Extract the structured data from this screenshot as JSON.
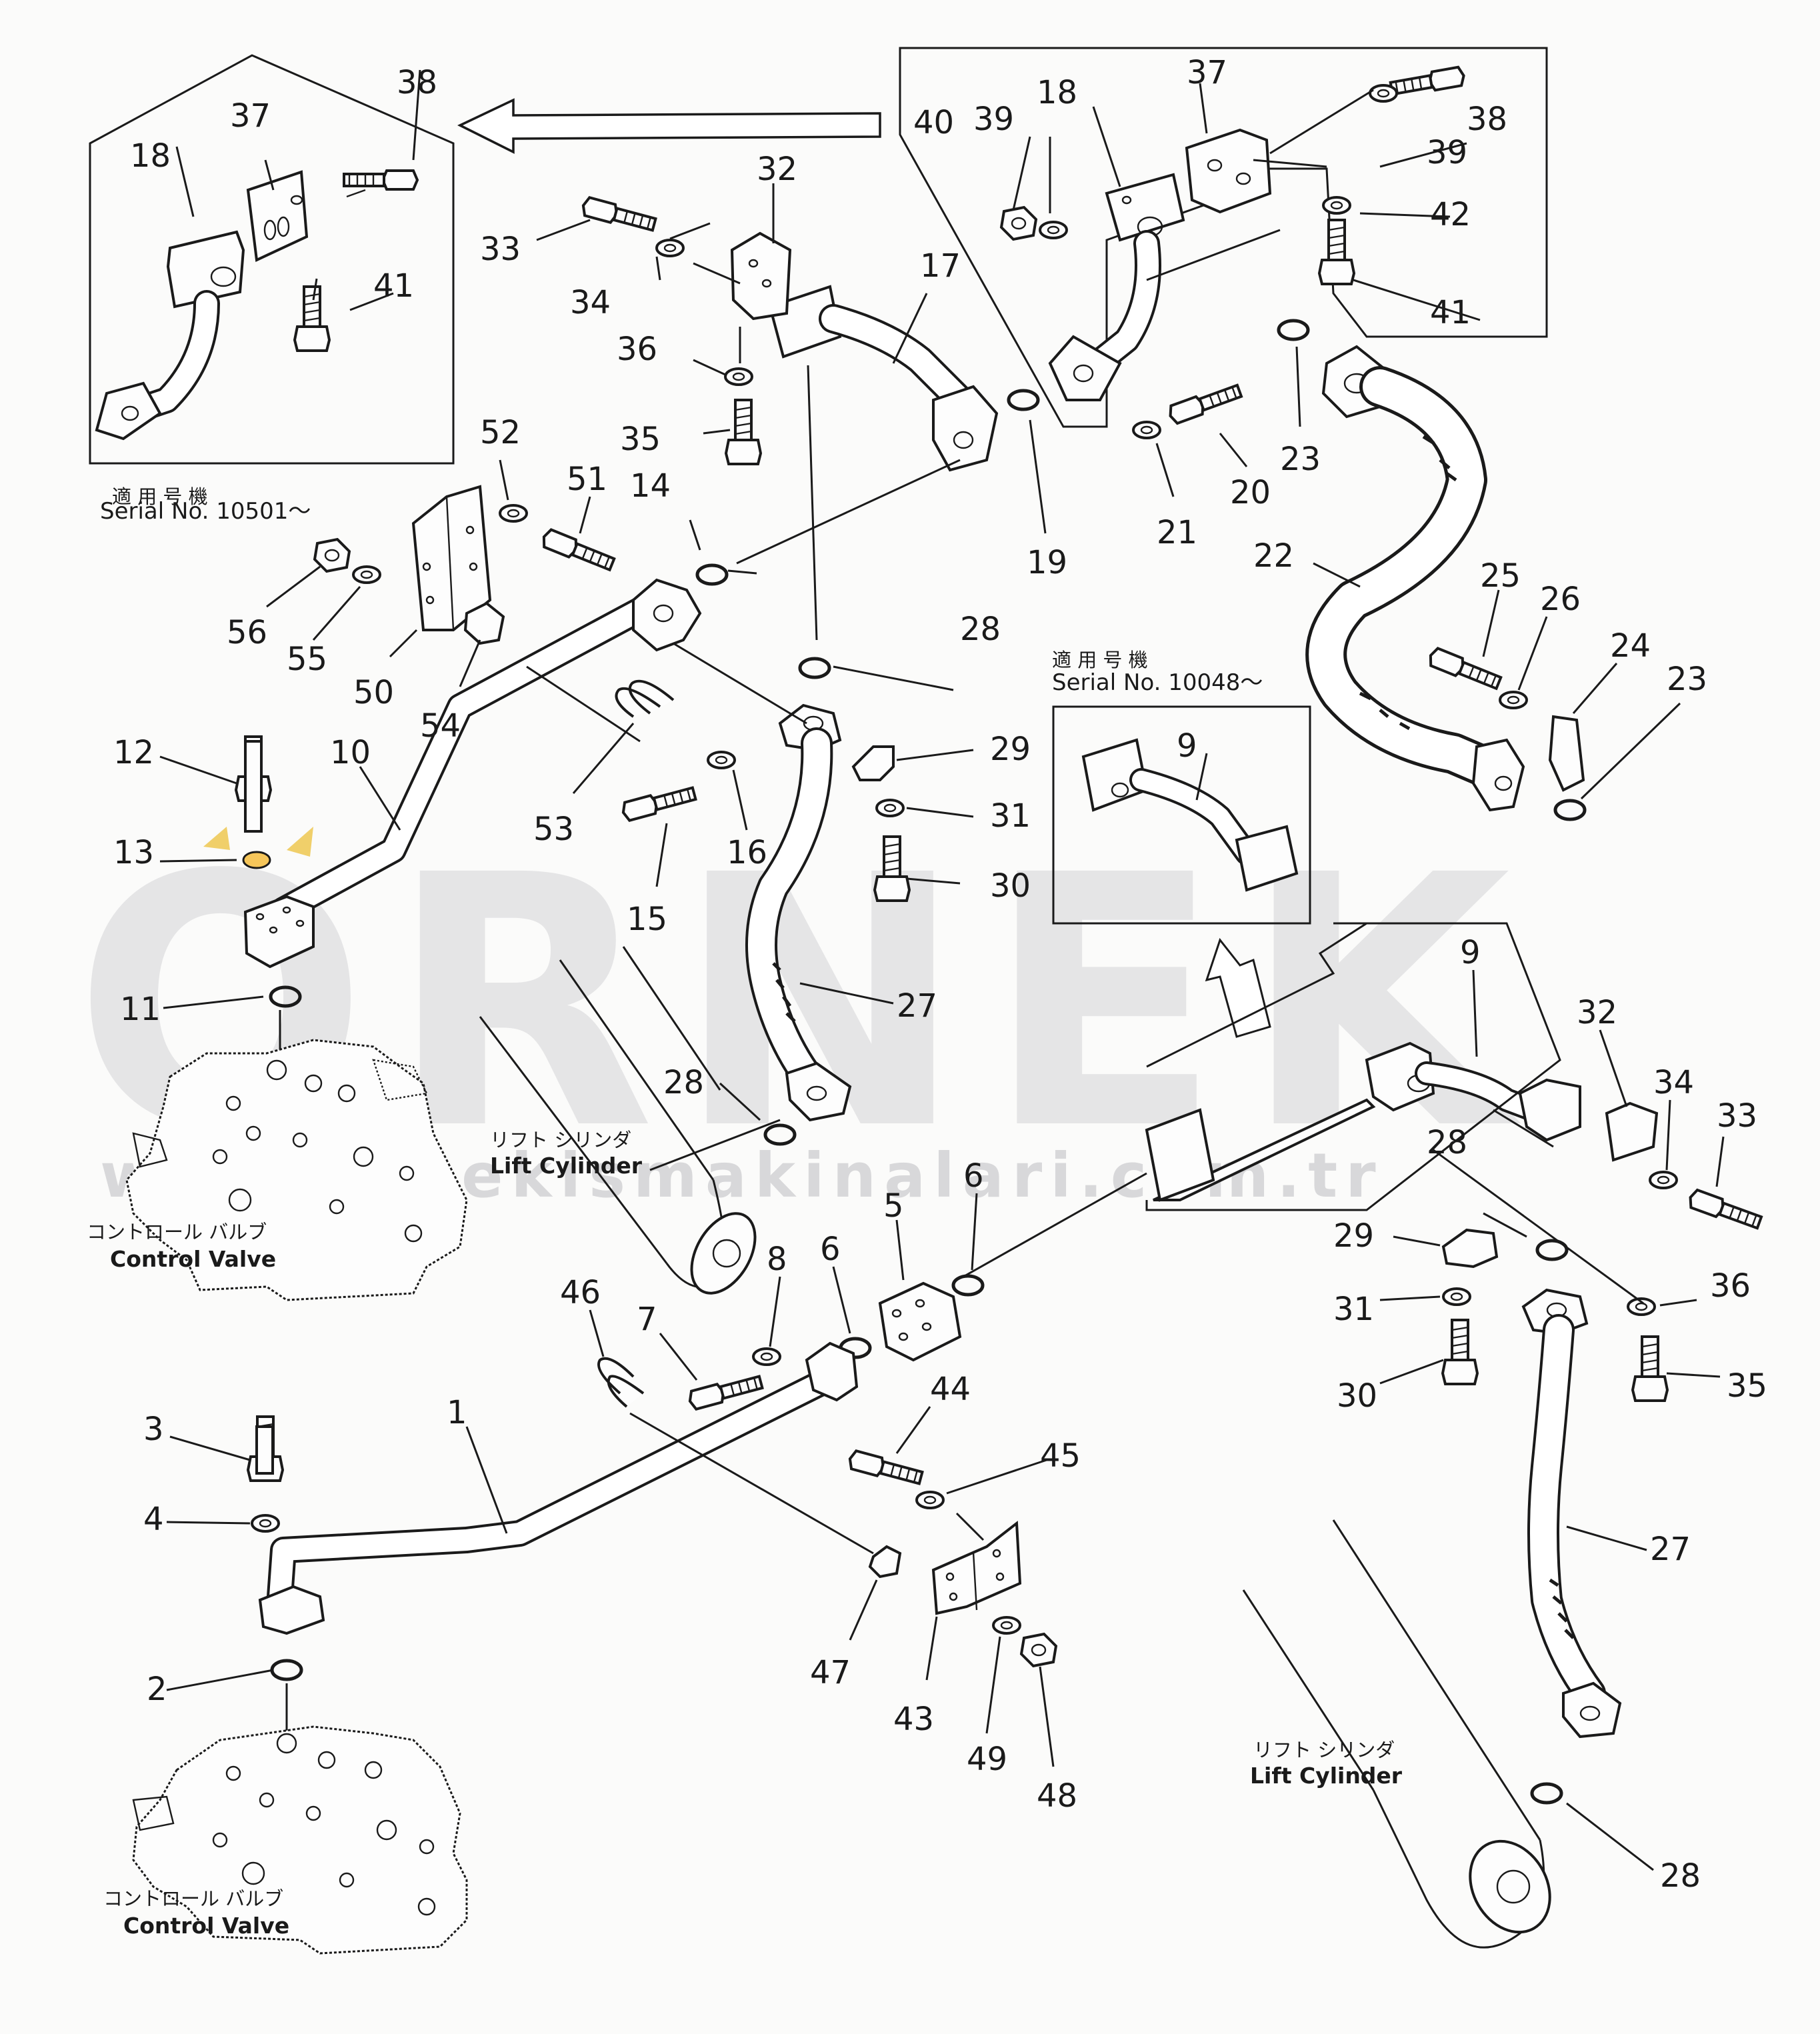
{
  "watermark": {
    "brand": "ORNEK",
    "url": "www.ornekismakinalari.com.tr"
  },
  "labels": {
    "applicable_jp": "適 用 号 機",
    "serial_10501": "Serial No. 10501～",
    "serial_10048": "Serial No. 10048～",
    "lift_cylinder_jp": "リフト シリンダ",
    "lift_cylinder": "Lift Cylinder",
    "control_valve_jp": "コントロール バルブ",
    "control_valve": "Control Valve"
  },
  "callouts": {
    "c1": "1",
    "c2": "2",
    "c3": "3",
    "c4": "4",
    "c5": "5",
    "c6a": "6",
    "c6b": "6",
    "c7": "7",
    "c8": "8",
    "c9a": "9",
    "c9b": "9",
    "c10": "10",
    "c11": "11",
    "c12": "12",
    "c13": "13",
    "c14": "14",
    "c15": "15",
    "c16": "16",
    "c17": "17",
    "c18a": "18",
    "c18b": "18",
    "c19": "19",
    "c20": "20",
    "c21": "21",
    "c22": "22",
    "c23a": "23",
    "c23b": "23",
    "c24": "24",
    "c25": "25",
    "c26": "26",
    "c27a": "27",
    "c27b": "27",
    "c28a": "28",
    "c28b": "28",
    "c28c": "28",
    "c28d": "28",
    "c29a": "29",
    "c29b": "29",
    "c30a": "30",
    "c30b": "30",
    "c31a": "31",
    "c31b": "31",
    "c32a": "32",
    "c32b": "32",
    "c33a": "33",
    "c33b": "33",
    "c34a": "34",
    "c34b": "34",
    "c35a": "35",
    "c35b": "35",
    "c36a": "36",
    "c36b": "36",
    "c37a": "37",
    "c37b": "37",
    "c38a": "38",
    "c38b": "38",
    "c39a": "39",
    "c39b": "39",
    "c40": "40",
    "c41a": "41",
    "c41b": "41",
    "c42": "42",
    "c43": "43",
    "c44": "44",
    "c45": "45",
    "c46": "46",
    "c47": "47",
    "c48": "48",
    "c49": "49",
    "c50": "50",
    "c51": "51",
    "c52": "52",
    "c53": "53",
    "c54": "54",
    "c55": "55",
    "c56": "56"
  },
  "colors": {
    "line": "#1a1a1a",
    "background": "#fbfbfa",
    "watermark": "#d8d8db",
    "highlight": "#f0cf6a"
  }
}
